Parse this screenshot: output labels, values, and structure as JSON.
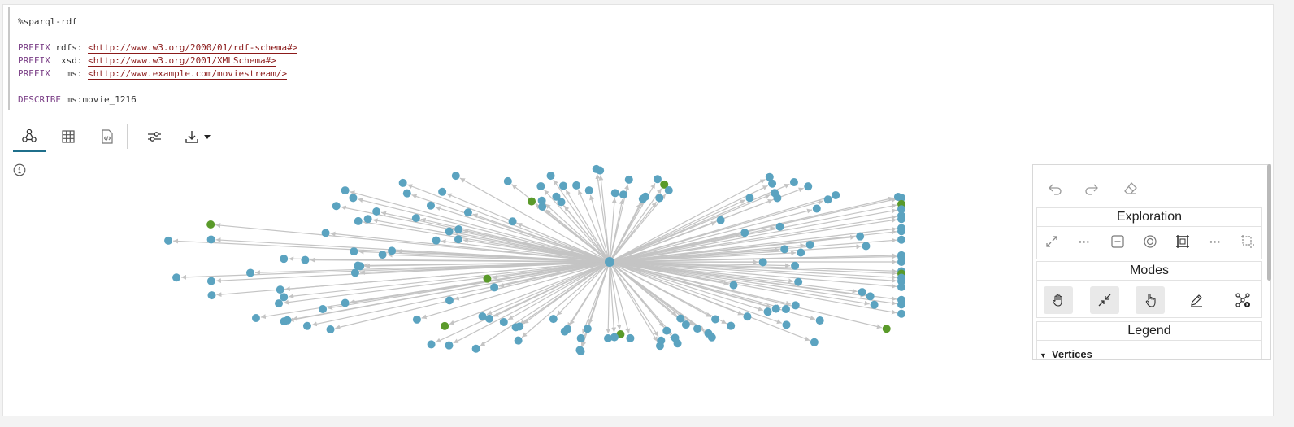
{
  "code": {
    "magic": "%sparql-rdf",
    "prefixes": [
      {
        "kw": "PREFIX",
        "name": " rdfs: ",
        "uri_open": "<",
        "uri": "http://www.w3.org/2000/01/rdf-schema#",
        "uri_close": ">"
      },
      {
        "kw": "PREFIX",
        "name": "  xsd: ",
        "uri_open": "<",
        "uri": "http://www.w3.org/2001/XMLSchema#",
        "uri_close": ">"
      },
      {
        "kw": "PREFIX",
        "name": "   ms: ",
        "uri_open": "<",
        "uri": "http://www.example.com/moviestream/",
        "uri_close": ">"
      }
    ],
    "describe_kw": "DESCRIBE",
    "describe_arg": " ms:movie_1216"
  },
  "toolbar": {
    "icons": [
      "graph-view-icon",
      "table-view-icon",
      "json-view-icon",
      "settings-icon",
      "download-icon"
    ]
  },
  "graph": {
    "colors": {
      "vertex": "#5ba3c0",
      "vertex_alt": "#5a9a2a",
      "edge": "#c4c4c4"
    },
    "center_vertices": 1,
    "leaf_vertices": 157,
    "alt_vertices": 9
  },
  "panel": {
    "exploration_title": "Exploration",
    "modes_title": "Modes",
    "legend_title": "Legend",
    "vertices_label": "Vertices",
    "expand_label": "···",
    "more_label": "···"
  }
}
